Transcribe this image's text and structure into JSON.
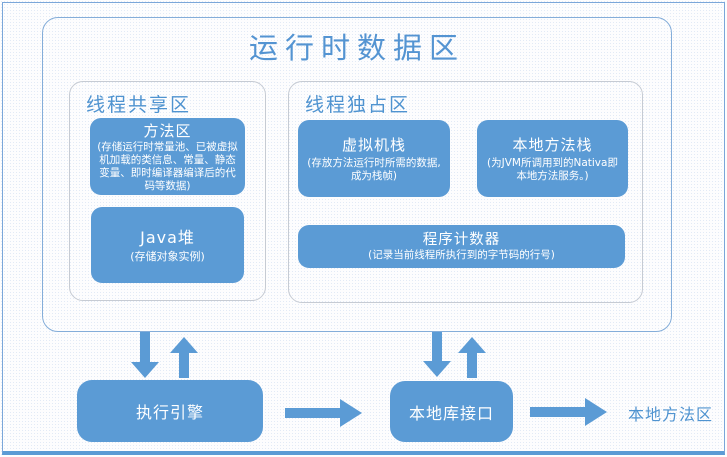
{
  "colors": {
    "primary_blue": "#5b9bd5",
    "label_blue": "#4f93d0",
    "container_border_blue": "#84add9",
    "sub_border_gray": "#c6cbd3",
    "background": "#fdfdfe",
    "box_text": "#ffffff"
  },
  "diagram": {
    "title": "运行时数据区",
    "shared_area": {
      "label": "线程共享区",
      "boxes": [
        {
          "title": "方法区",
          "desc": "(存储运行时常量池、已被虚拟机加载的类信息、常量、静态变量、即时编译器编译后的代码等数据)"
        },
        {
          "title": "Java堆",
          "desc": "(存储对象实例)"
        }
      ]
    },
    "exclusive_area": {
      "label": "线程独占区",
      "boxes": [
        {
          "title": "虚拟机栈",
          "desc": "(存放方法运行时所需的数据, 成为栈帧)"
        },
        {
          "title": "本地方法栈",
          "desc": "(为JVM所调用到的Nativa即本地方法服务。)"
        },
        {
          "title": "程序计数器",
          "desc": "(记录当前线程所执行到的字节码的行号)"
        }
      ]
    },
    "bottom": {
      "engine": "执行引擎",
      "native_interface": "本地库接口",
      "native_area": "本地方法区"
    }
  }
}
